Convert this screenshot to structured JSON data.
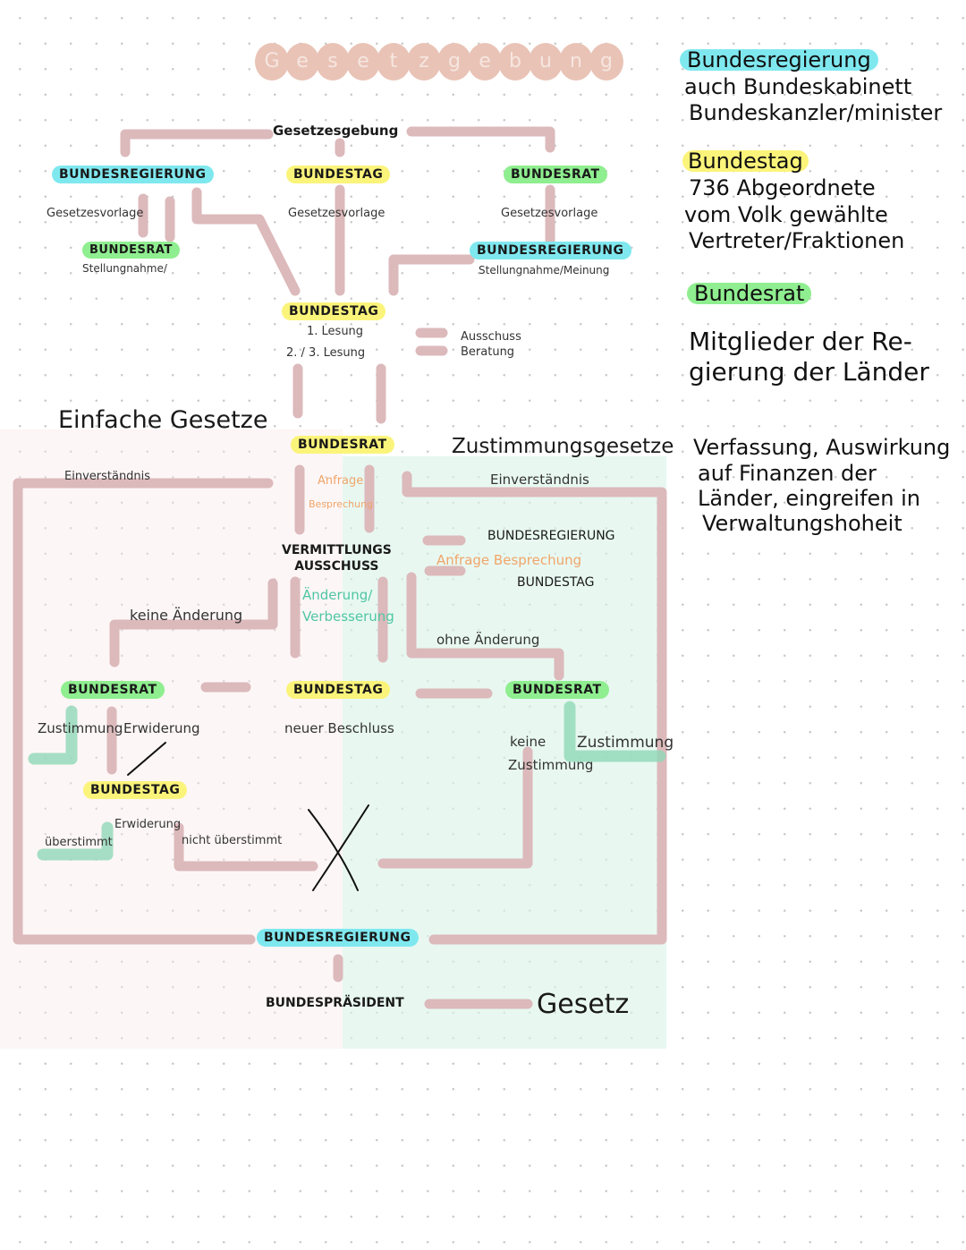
{
  "title": "Gesetzgebung",
  "title_letters": [
    "G",
    "e",
    "s",
    "e",
    "t",
    "z",
    "g",
    "e",
    "b",
    "u",
    "n",
    "g"
  ],
  "legend": {
    "bundesregierung": {
      "label": "Bundesregierung",
      "lines": [
        "auch Bundeskabinett",
        "Bundeskanzler/minister"
      ]
    },
    "bundestag": {
      "label": "Bundestag",
      "lines": [
        "736 Abgeordnete",
        "vom Volk gewählte",
        "Vertreter/Fraktionen"
      ]
    },
    "bundesrat": {
      "label": "Bundesrat",
      "lines": [
        "Mitglieder der Re-",
        "gierung der Länder"
      ]
    },
    "zustimmung_note": [
      "Verfassung, Auswirkung",
      "auf Finanzen der",
      "Länder, eingreifen in",
      "Verwaltungshoheit"
    ]
  },
  "diagram": {
    "root": "Gesetzesgebung",
    "initiators": [
      {
        "label": "BUNDESREGIERUNG",
        "action": "Gesetzesvorlage",
        "sub": "BUNDESRAT",
        "sub_action": "Stellungnahme/"
      },
      {
        "label": "BUNDESTAG",
        "action": "Gesetzesvorlage"
      },
      {
        "label": "BUNDESRAT",
        "action": "Gesetzesvorlage",
        "sub": "BUNDESREGIERUNG",
        "sub_action": "Stellungnahme/Meinung"
      }
    ],
    "bundestag": {
      "label": "BUNDESTAG",
      "reading1": "1. Lesung",
      "reading23": "2. / 3. Lesung",
      "ausschuss": "Ausschuss",
      "beratung": "Beratung"
    },
    "einfache": "Einfache Gesetze",
    "zustimmungsgesetze": "Zustimmungsgesetze",
    "bundesrat": "BUNDESRAT",
    "einverstaendnis_left": "Einverständnis",
    "einverstaendnis_right": "Einverständnis",
    "anfrage": "Anfrage",
    "besprechung": "Besprechung",
    "vermittlung": [
      "VERMITTLUNGS",
      "AUSSCHUSS"
    ],
    "right_req": {
      "top": "BUNDESREGIERUNG",
      "mid": "Anfrage  Besprechung",
      "bottom": "BUNDESTAG"
    },
    "aenderung": [
      "Änderung/",
      "Verbesserung"
    ],
    "keine_aenderung": "keine Änderung",
    "ohne_aenderung": "ohne Änderung",
    "row": {
      "left": "BUNDESRAT",
      "mid": "BUNDESTAG",
      "right": "BUNDESRAT"
    },
    "zustimmung_left": "Zustimmung",
    "erwiderung": "Erwiderung",
    "neuer_beschluss": "neuer Beschluss",
    "keine_zustimmung": [
      "keine",
      "Zustimmung"
    ],
    "zustimmung_right": "Zustimmung",
    "bundestag_low": "BUNDESTAG",
    "erwiderung2": "Erwiderung",
    "ueberstimmt": "überstimmt",
    "nicht_ueberstimmt": "nicht überstimmt",
    "final_regierung": "BUNDESREGIERUNG",
    "praesident": "BUNDESPRÄSIDENT",
    "gesetz": "Gesetz"
  }
}
